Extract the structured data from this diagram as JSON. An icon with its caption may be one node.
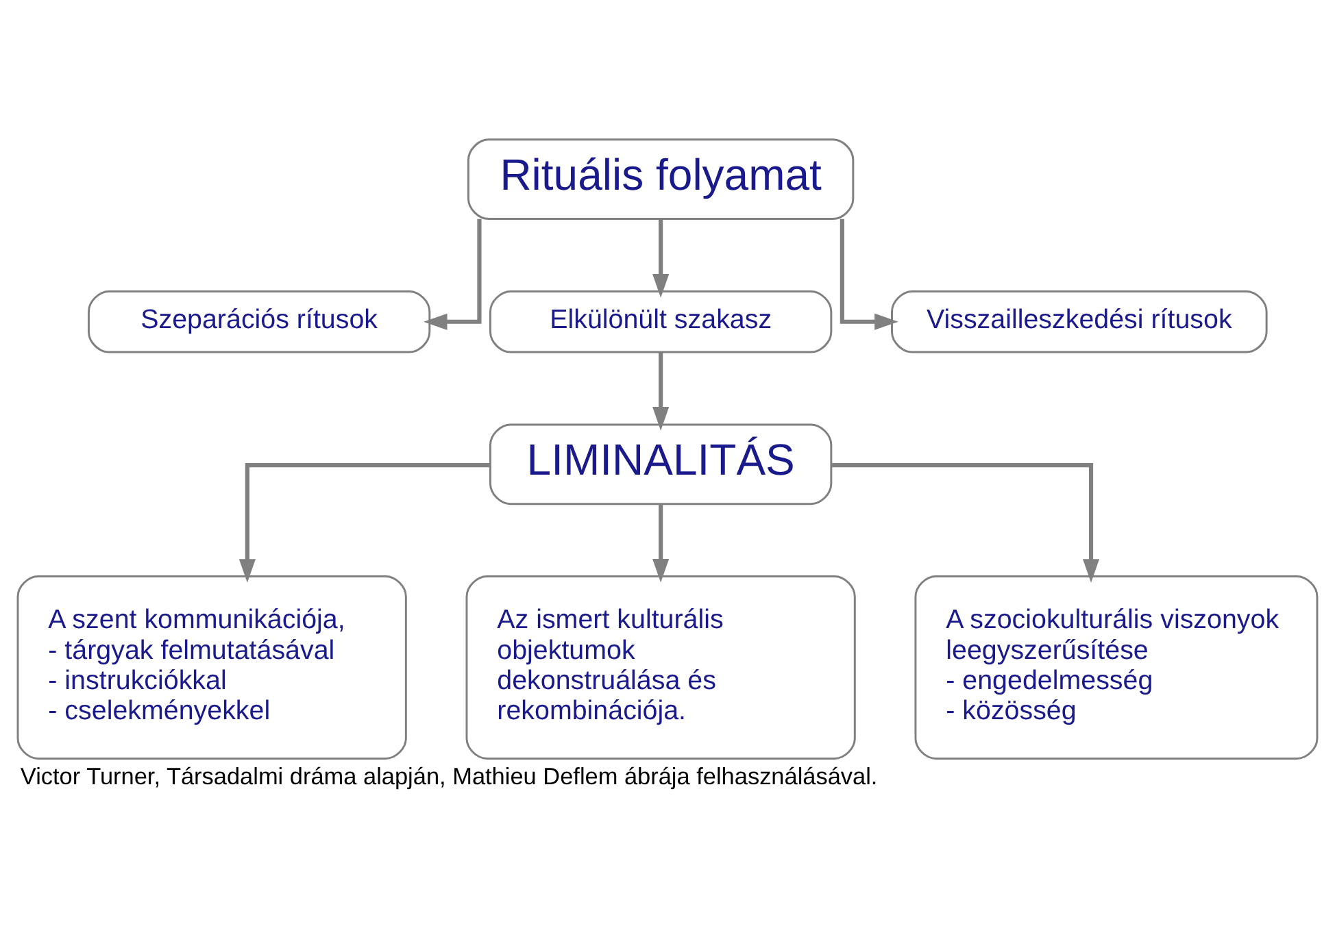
{
  "diagram": {
    "caption": "Victor Turner, Társadalmi dráma alapján, Mathieu Deflem ábrája felhasználásával.",
    "nodes": [
      {
        "text": [
          "Rituális folyamat"
        ]
      },
      {
        "text": [
          "Szeparációs rítusok"
        ]
      },
      {
        "text": [
          "Elkülönült szakasz"
        ]
      },
      {
        "text": [
          "Visszailleszkedési rítusok"
        ]
      },
      {
        "text": [
          "LIMINALITÁS"
        ]
      },
      {
        "text": [
          "A szent kommunikációja,",
          "- tárgyak felmutatásával",
          "- instrukciókkal",
          "- cselekményekkel"
        ]
      },
      {
        "text": [
          "Az ismert kulturális objektumok dekonstruálása és rekombinációja."
        ]
      },
      {
        "text": [
          "A szociokulturális viszonyok leegyszerűsítése",
          "- engedelmesség",
          "- közösség"
        ]
      }
    ],
    "edges": [
      {
        "from": 0,
        "to": 1,
        "arrow": "to"
      },
      {
        "from": 0,
        "to": 2,
        "arrow": "to"
      },
      {
        "from": 0,
        "to": 3,
        "arrow": "to"
      },
      {
        "from": 2,
        "to": 4,
        "arrow": "to"
      },
      {
        "from": 4,
        "to": 5,
        "arrow": "to"
      },
      {
        "from": 4,
        "to": 6,
        "arrow": "to"
      },
      {
        "from": 4,
        "to": 7,
        "arrow": "to"
      }
    ]
  }
}
